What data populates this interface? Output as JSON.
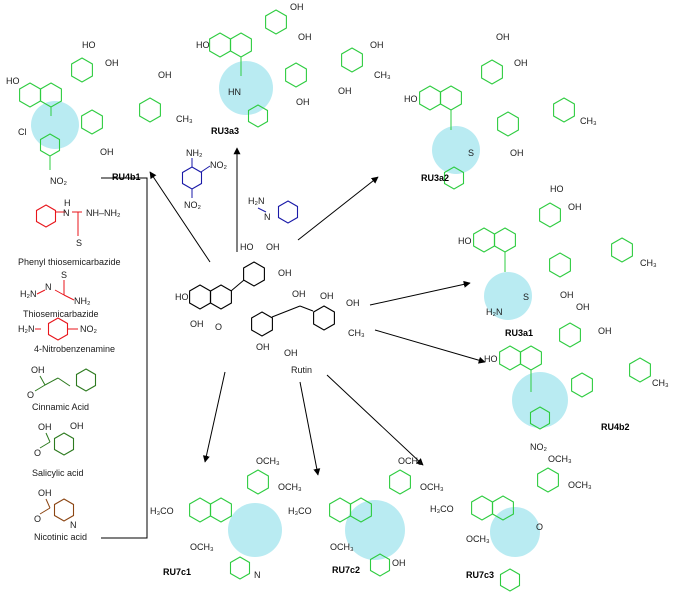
{
  "center": {
    "name": "Rutin"
  },
  "derivatives": [
    {
      "id": "RU4b1"
    },
    {
      "id": "RU3a3"
    },
    {
      "id": "RU3a2"
    },
    {
      "id": "RU3a1"
    },
    {
      "id": "RU4b2"
    },
    {
      "id": "RU7c3"
    },
    {
      "id": "RU7c2"
    },
    {
      "id": "RU7c1"
    }
  ],
  "reagents": [
    {
      "name": "Phenyl thiosemicarbazide",
      "color": "#e8151b"
    },
    {
      "name": "Thiosemicarbazide",
      "color": "#e8151b"
    },
    {
      "name": "4-Nitrobenzenamine",
      "color": "#e8151b"
    },
    {
      "name": "Cinnamic Acid",
      "color": "#2d7a1f"
    },
    {
      "name": "Salicylic acid",
      "color": "#2d7a1f"
    },
    {
      "name": "Nicotinic acid",
      "color": "#8b4513"
    }
  ],
  "colors": {
    "product": "#2ecc40",
    "highlight": "#7fdbe8",
    "reagent_blue": "#1a1aa8",
    "arrow": "#000000"
  }
}
